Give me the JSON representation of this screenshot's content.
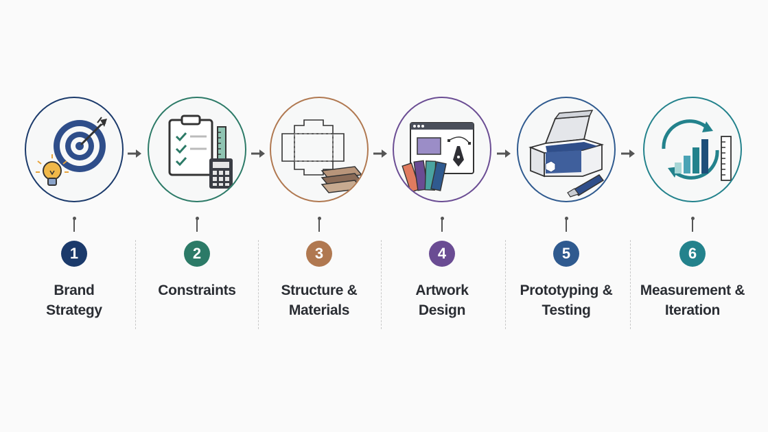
{
  "steps": [
    {
      "number": "1",
      "line1": "Brand",
      "line2": "Strategy",
      "color": "#1b3a6b"
    },
    {
      "number": "2",
      "line1": "Constraints",
      "line2": "",
      "color": "#2c7a67"
    },
    {
      "number": "3",
      "line1": "Structure &",
      "line2": "Materials",
      "color": "#b07850"
    },
    {
      "number": "4",
      "line1": "Artwork",
      "line2": "Design",
      "color": "#6a4c93"
    },
    {
      "number": "5",
      "line1": "Prototyping &",
      "line2": "Testing",
      "color": "#2f5a8f"
    },
    {
      "number": "6",
      "line1": "Measurement &",
      "line2": "Iteration",
      "color": "#23828c"
    }
  ],
  "icons": [
    "target-lightbulb-icon",
    "clipboard-checklist-calculator-icon",
    "box-dieline-materials-icon",
    "design-software-pen-swatches-icon",
    "open-box-cutter-icon",
    "cycle-bar-chart-icon"
  ]
}
